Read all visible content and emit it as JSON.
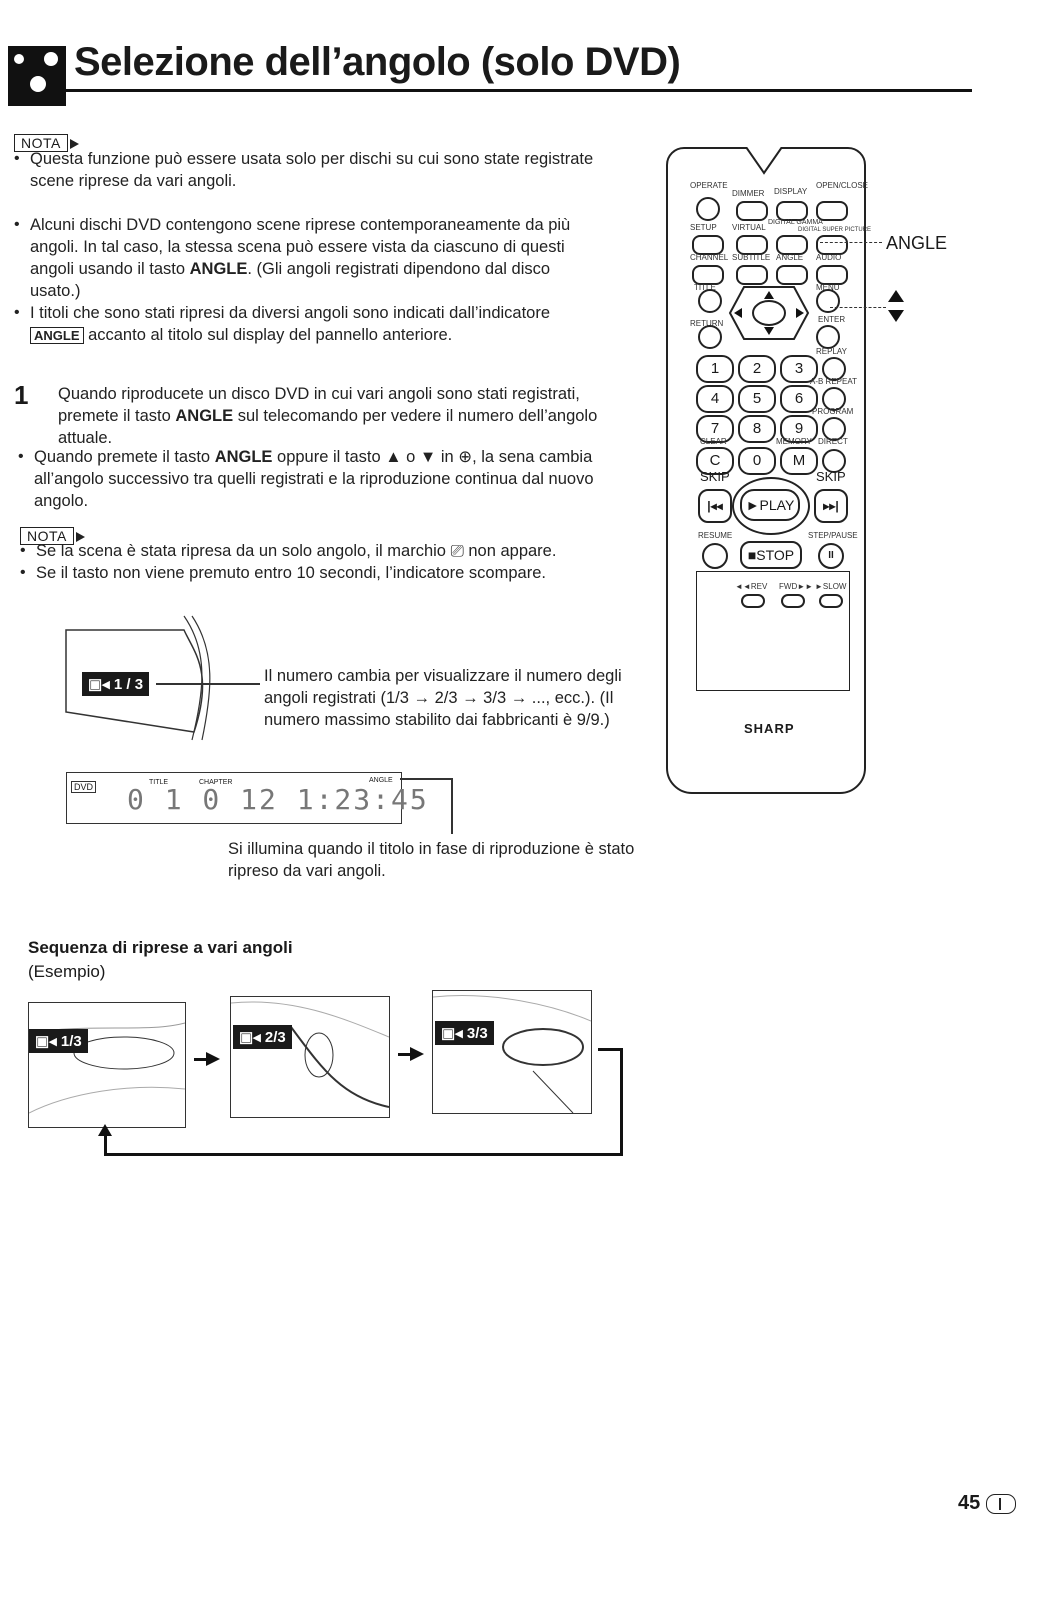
{
  "header": {
    "title": "Selezione dell’angolo (solo DVD)"
  },
  "nota_label": "NOTA",
  "nota1": {
    "items": [
      "Questa funzione può essere usata solo per dischi su cui sono state registrate scene riprese da vari angoli."
    ]
  },
  "intro": {
    "b1_pre": "Alcuni dischi DVD contengono scene riprese contemporaneamente da più angoli. In tal caso, la stessa scena può essere vista da ciascuno di questi angoli usando il tasto ",
    "b1_kw": "ANGLE",
    "b1_post": ". (Gli angoli registrati dipendono dal disco usato.)",
    "b2_pre": "I titoli che sono stati ripresi da diversi angoli sono indicati dall’indicatore ",
    "b2_box": "ANGLE",
    "b2_post": " accanto al titolo sul display del pannello anteriore."
  },
  "step1": {
    "num": "1",
    "pre": "Quando riproducete un disco DVD in cui vari angoli sono stati registrati, premete il tasto ",
    "kw": "ANGLE",
    "post": " sul telecomando per vedere il numero dell’angolo attuale."
  },
  "step1_bullet": {
    "pre": "Quando premete il tasto ",
    "kw": "ANGLE",
    "post": " oppure il tasto ▲ o ▼ in ⊕, la sena cambia all’angolo successivo tra quelli registrati e la riproduzione continua dal nuovo angolo."
  },
  "nota2": {
    "items": [
      "Se la scena è stata ripresa da un solo angolo, il marchio ⎚ non appare.",
      "Se il tasto non viene premuto entro 10 secondi, l’indicatore scompare."
    ]
  },
  "osd": {
    "badge": "1 / 3",
    "caption": "Il numero cambia per visualizzare il numero degli angoli registrati (1/3 → 2/3 → 3/3 → ..., ecc.). (Il numero massimo stabilito dai fabbricanti è 9/9.)"
  },
  "front_display": {
    "dvd": "DVD",
    "title_lbl": "TITLE",
    "chapter_lbl": "CHAPTER",
    "angle_lbl": "ANGLE",
    "digits": "0 1 0 12  1:23:45",
    "caption": "Si illumina quando il titolo in fase di riproduzione è stato ripreso da vari angoli."
  },
  "sequence": {
    "heading": "Sequenza di riprese a vari angoli",
    "example": "(Esempio)",
    "badges": [
      "1/3",
      "2/3",
      "3/3"
    ]
  },
  "remote": {
    "brand": "SHARP",
    "callout": "ANGLE",
    "row_labels": [
      [
        "OPERATE",
        "DIMMER",
        "DISPLAY",
        "OPEN/CLOSE"
      ],
      [
        "SETUP",
        "VIRTUAL",
        "DIGITAL GAMMA",
        "DIGITAL SUPER PICTURE"
      ],
      [
        "CHANNEL",
        "SUBTITLE",
        "ANGLE",
        "AUDIO"
      ],
      [
        "TITLE",
        "MENU"
      ],
      [
        "RETURN",
        "ENTER"
      ]
    ],
    "numbers": [
      "1",
      "2",
      "3",
      "4",
      "5",
      "6",
      "7",
      "8",
      "9",
      "C",
      "0",
      "M"
    ],
    "side_labels": [
      "REPLAY",
      "A-B REPEAT",
      "PROGRAM",
      "DIRECT"
    ],
    "mem_labels": [
      "CLEAR",
      "MEMORY"
    ],
    "skip": "SKIP",
    "play": "►PLAY",
    "stop": "■STOP",
    "resume": "RESUME",
    "step": "STEP/PAUSE",
    "bottom_labels": [
      "◄◄REV",
      "FWD►►",
      "►SLOW"
    ]
  },
  "page_number": "45"
}
